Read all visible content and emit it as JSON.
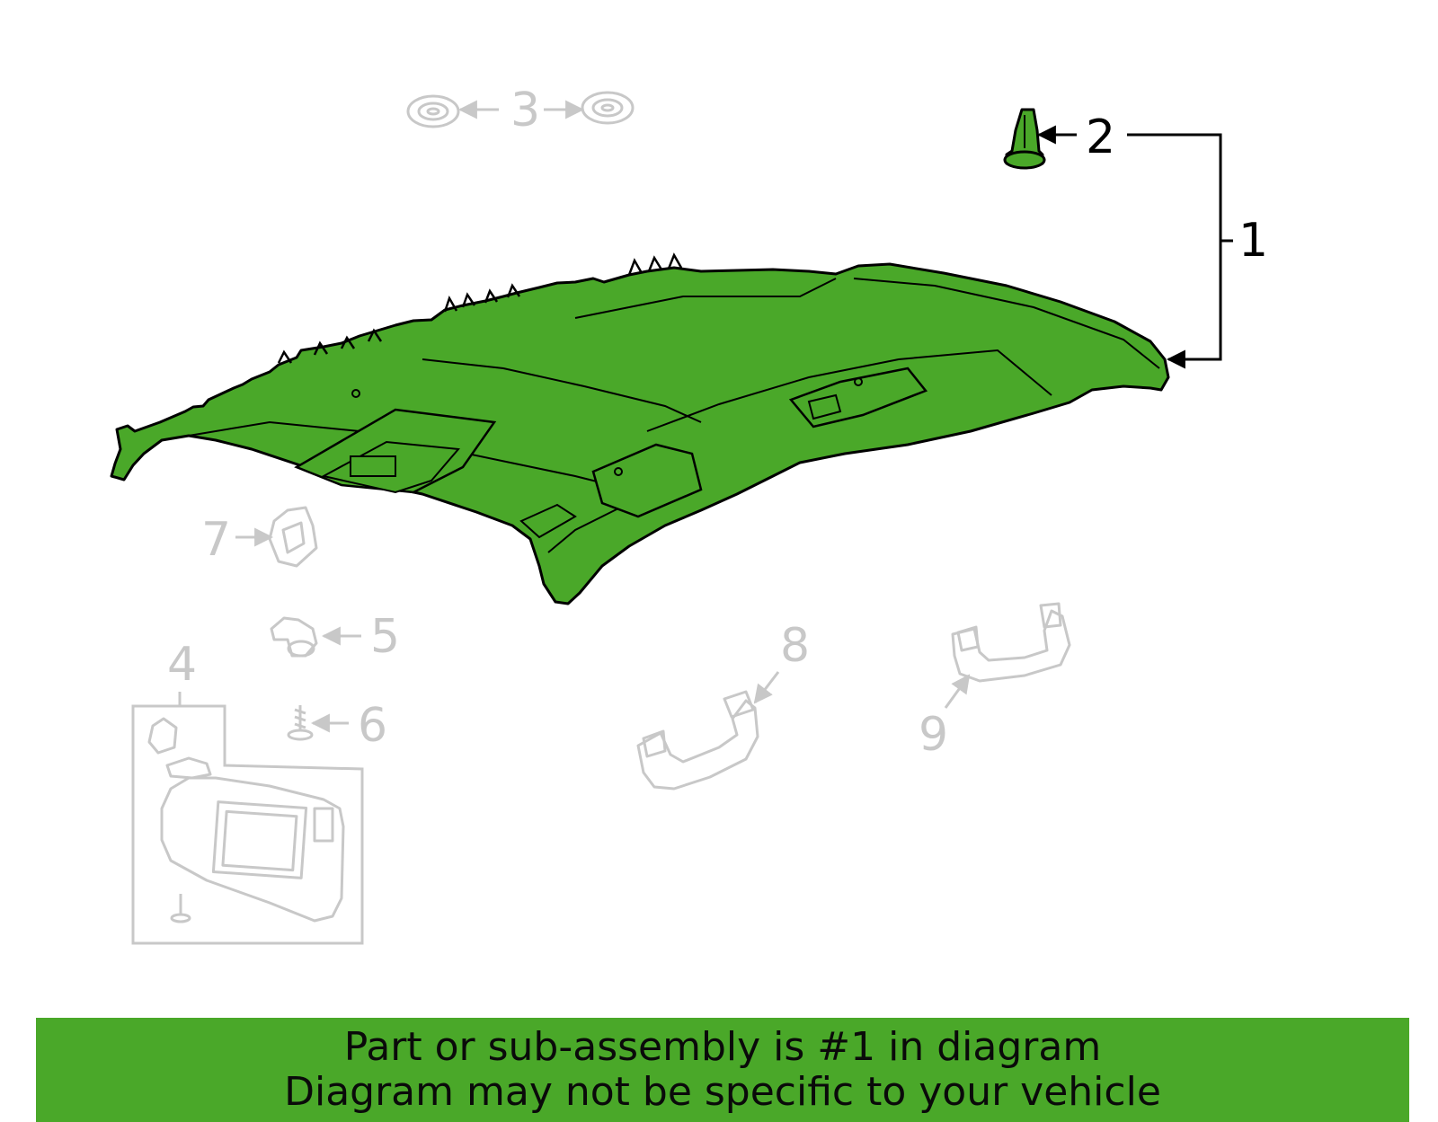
{
  "colors": {
    "highlight": "#4aa829",
    "muted": "#c8c8c8",
    "ink": "#000000",
    "banner_bg": "#4aa829"
  },
  "callouts": {
    "c1": "1",
    "c2": "2",
    "c3": "3",
    "c4": "4",
    "c5": "5",
    "c6": "6",
    "c7": "7",
    "c8": "8",
    "c9": "9"
  },
  "parts": {
    "headliner_icon": "roof-headliner-icon",
    "retainer_icon": "push-retainer-clip-icon",
    "pad_icon": "foam-pad-icon",
    "sunvisor_icon": "sun-visor-icon",
    "clip_icon": "clip-icon",
    "screw_icon": "screw-icon",
    "grab_handle_icon": "grab-handle-icon"
  },
  "banner": {
    "line1": "Part or sub-assembly is #1 in diagram",
    "line2": "Diagram may not be specific to your vehicle"
  }
}
